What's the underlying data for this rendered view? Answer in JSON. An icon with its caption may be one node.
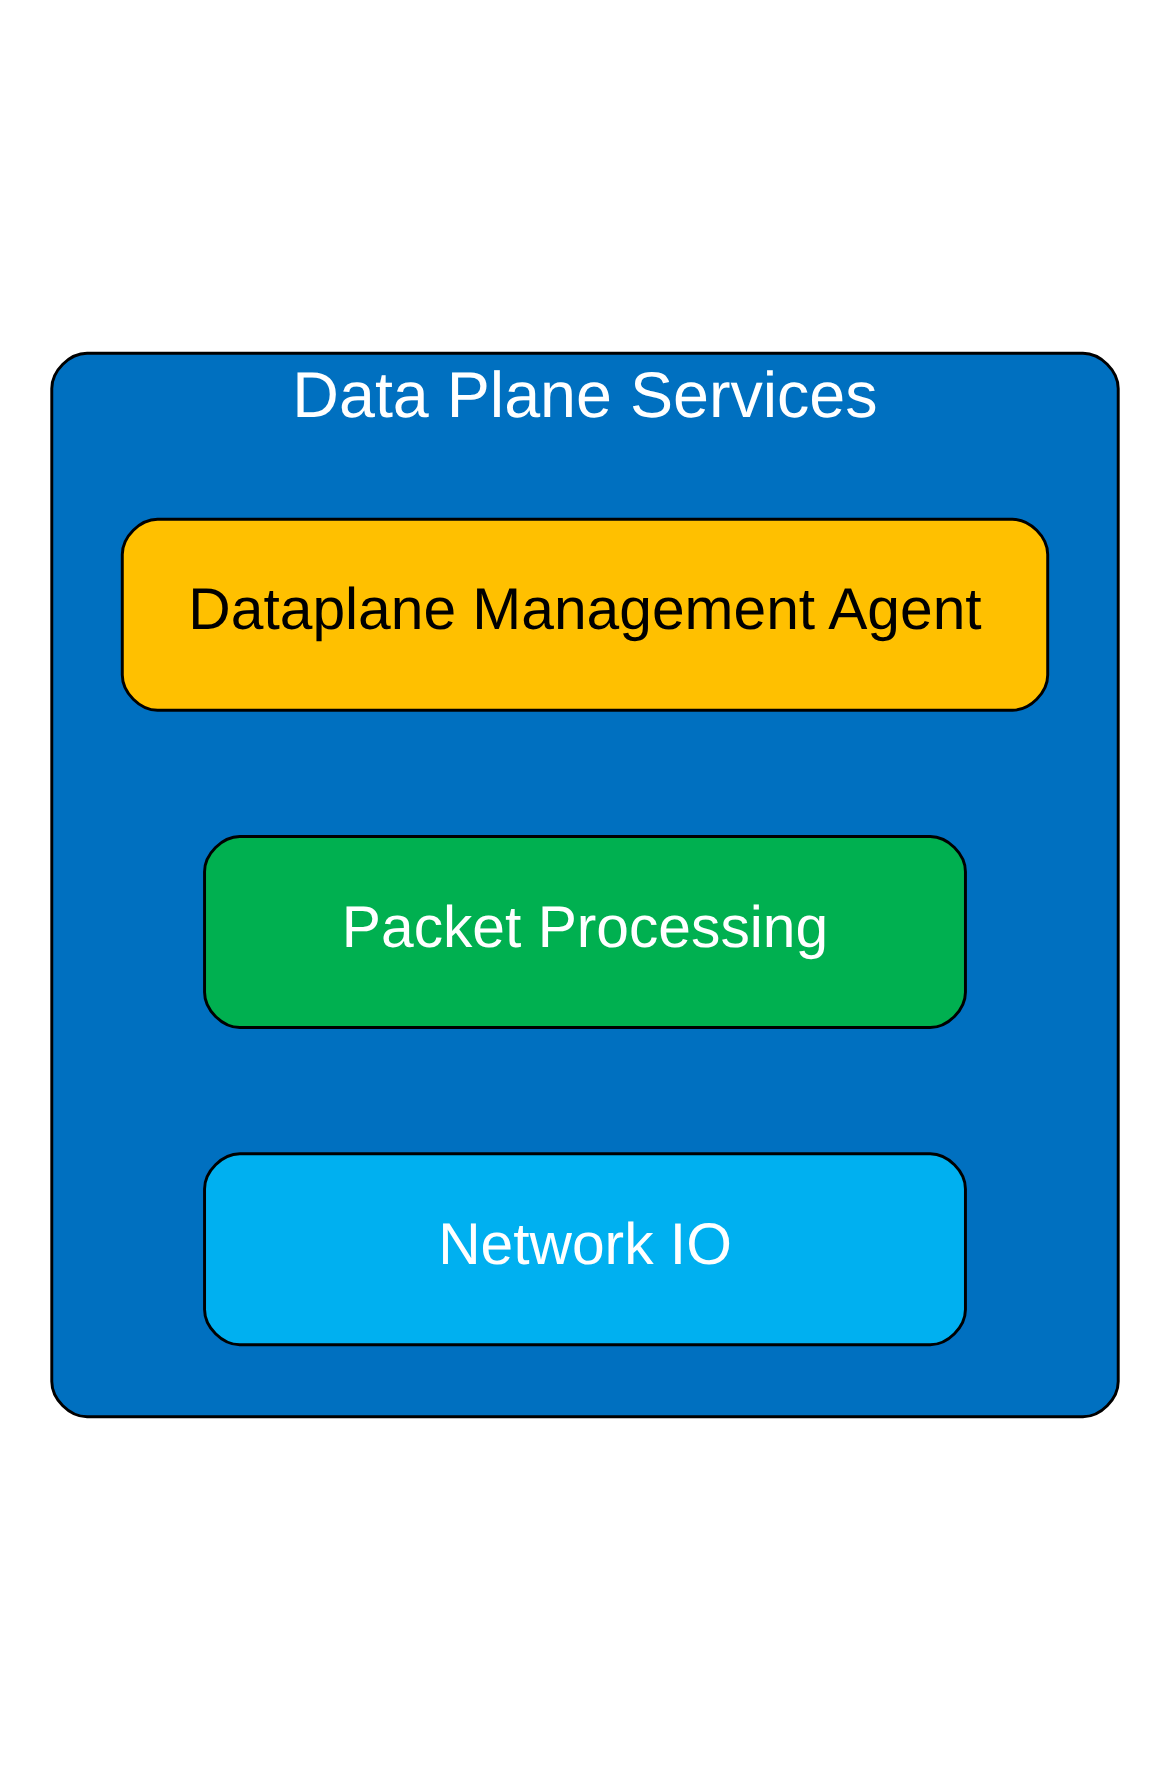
{
  "diagram": {
    "nodes": [
      {
        "text": [
          "Data Plane Services"
        ]
      },
      {
        "text": [
          "Dataplane Management Agent"
        ],
        "in": 0
      },
      {
        "text": [
          "Packet Processing"
        ],
        "in": 0
      },
      {
        "text": [
          "Network IO"
        ],
        "in": 0
      }
    ],
    "edges": []
  }
}
